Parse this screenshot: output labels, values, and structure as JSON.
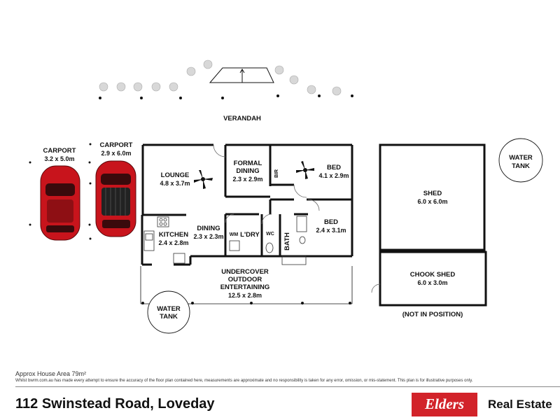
{
  "rooms": {
    "verandah": "VERANDAH",
    "carport1": {
      "name": "CARPORT",
      "size": "3.2 x 5.0m"
    },
    "carport2": {
      "name": "CARPORT",
      "size": "2.9 x 6.0m"
    },
    "lounge": {
      "name": "LOUNGE",
      "size": "4.8 x 3.7m"
    },
    "formal_dining": {
      "name1": "FORMAL",
      "name2": "DINING",
      "size": "2.3 x 2.9m"
    },
    "bir": "BIR",
    "bed1": {
      "name": "BED",
      "size": "4.1 x 2.9m"
    },
    "bed2": {
      "name": "BED",
      "size": "2.4 x 3.1m"
    },
    "kitchen": {
      "name": "KITCHEN",
      "size": "2.4 x 2.8m"
    },
    "dining": {
      "name": "DINING",
      "size": "2.3 x 2.3m"
    },
    "laundry": "L'DRY",
    "wm": "WM",
    "wc": "WC",
    "bath": "BATH",
    "outdoor": {
      "line1": "UNDERCOVER",
      "line2": "OUTDOOR",
      "line3": "ENTERTAINING",
      "size": "12.5 x 2.8m"
    },
    "water_tank1": {
      "line1": "WATER",
      "line2": "TANK"
    },
    "water_tank2": {
      "line1": "WATER",
      "line2": "TANK"
    },
    "shed": {
      "name": "SHED",
      "size": "6.0 x 6.0m"
    },
    "chook_shed": {
      "name": "CHOOK SHED",
      "size": "6.0 x 3.0m"
    },
    "not_in_position": "(NOT IN POSITION)"
  },
  "footer": {
    "area": "Approx House Area 79m²",
    "disclaimer": "Whilst bwrm.com.au has made every attempt to ensure the accuracy of the floor plan contained here, measurements are approximate and no responsibility is taken for any error, omission, or mis-statement. This plan is for illustrative purposes only.",
    "address": "112 Swinstead Road, Loveday",
    "brand": "Elders",
    "brand_suffix": "Real Estate"
  },
  "colors": {
    "wall": "#111111",
    "car": "#c8141c",
    "brand": "#d2232a"
  }
}
